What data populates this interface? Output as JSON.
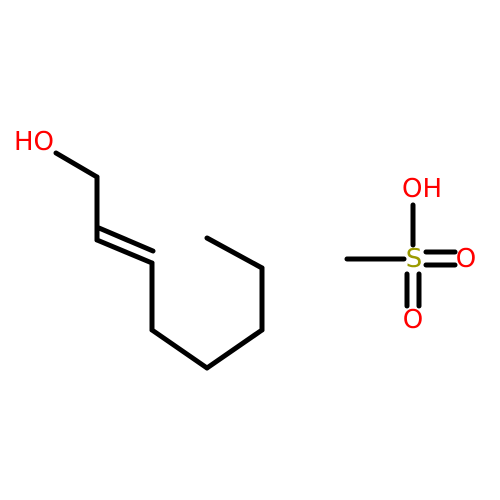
{
  "molecule_1": {
    "atoms": {
      "hydroxyl": "HO"
    }
  },
  "molecule_2": {
    "atoms": {
      "hydroxyl": "OH",
      "sulfur": "S",
      "oxygen_right": "O",
      "oxygen_bottom": "O"
    }
  },
  "colors": {
    "bond": "#000000",
    "oxygen": "#ff0000",
    "sulfur": "#9b9b00",
    "background": "#ffffff"
  }
}
